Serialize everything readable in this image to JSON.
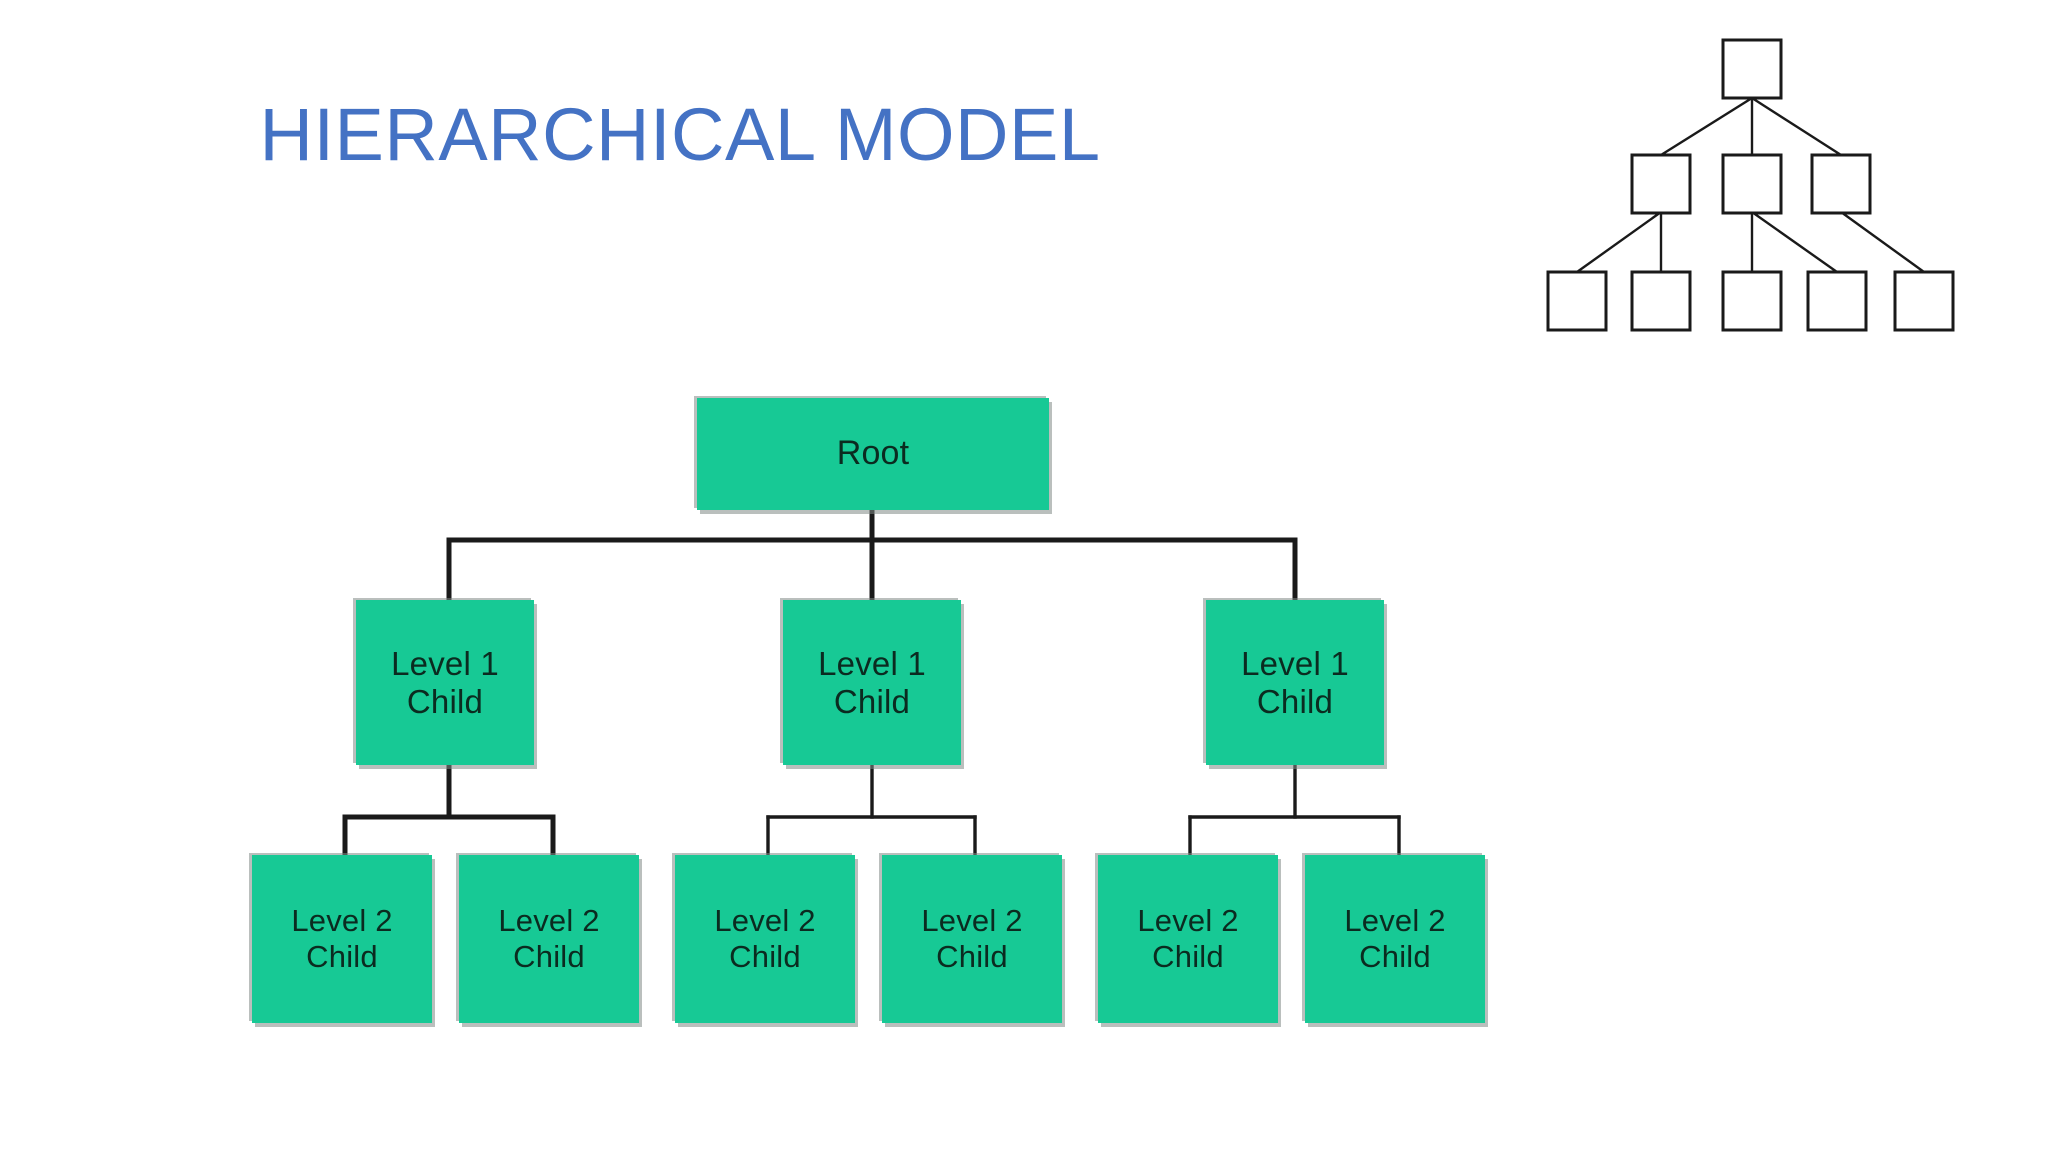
{
  "slide": {
    "background": "#ffffff",
    "title": "HIERARCHICAL MODEL",
    "title_color": "#4472C4"
  },
  "palette": {
    "node_fill": "#17C995",
    "node_text": "#0b2b20",
    "node_shadow": "#828a87",
    "connector": "#1a1a1a",
    "mini_box_stroke": "#1a1a1a",
    "mini_box_fill": "#ffffff"
  },
  "org_chart": {
    "root": {
      "label": "Root",
      "lines": [
        "Root"
      ]
    },
    "level1": [
      {
        "label": "Level 1 Child",
        "lines": [
          "Level 1",
          "Child"
        ]
      },
      {
        "label": "Level 1 Child",
        "lines": [
          "Level 1",
          "Child"
        ]
      },
      {
        "label": "Level 1 Child",
        "lines": [
          "Level 1",
          "Child"
        ]
      }
    ],
    "level2": [
      {
        "label": "Level 2 Child",
        "lines": [
          "Level 2",
          "Child"
        ]
      },
      {
        "label": "Level 2 Child",
        "lines": [
          "Level 2",
          "Child"
        ]
      },
      {
        "label": "Level 2 Child",
        "lines": [
          "Level 2",
          "Child"
        ]
      },
      {
        "label": "Level 2 Child",
        "lines": [
          "Level 2",
          "Child"
        ]
      },
      {
        "label": "Level 2 Child",
        "lines": [
          "Level 2",
          "Child"
        ]
      },
      {
        "label": "Level 2 Child",
        "lines": [
          "Level 2",
          "Child"
        ]
      }
    ]
  },
  "mini_tree": {
    "description": "hierarchy-thumbnail",
    "rows": [
      {
        "name": "root-row",
        "count": 1
      },
      {
        "name": "middle-row",
        "count": 3
      },
      {
        "name": "leaf-row",
        "count": 5
      }
    ]
  }
}
